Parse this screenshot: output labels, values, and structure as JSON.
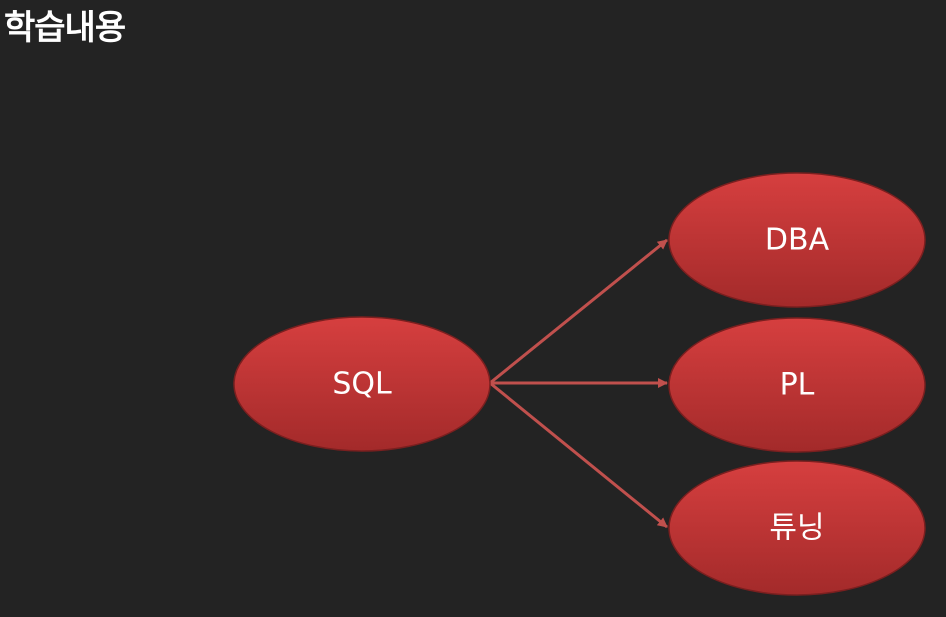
{
  "title": "학습내용",
  "colors": {
    "background": "#232323",
    "node_top": "#d63f3f",
    "node_bottom": "#a32a2a",
    "node_border": "#7a1f1f",
    "arrow": "#c0504d",
    "text": "#ffffff"
  },
  "diagram": {
    "source": {
      "label": "SQL"
    },
    "targets": [
      {
        "label": "DBA"
      },
      {
        "label": "PL"
      },
      {
        "label": "튜닝"
      }
    ]
  }
}
